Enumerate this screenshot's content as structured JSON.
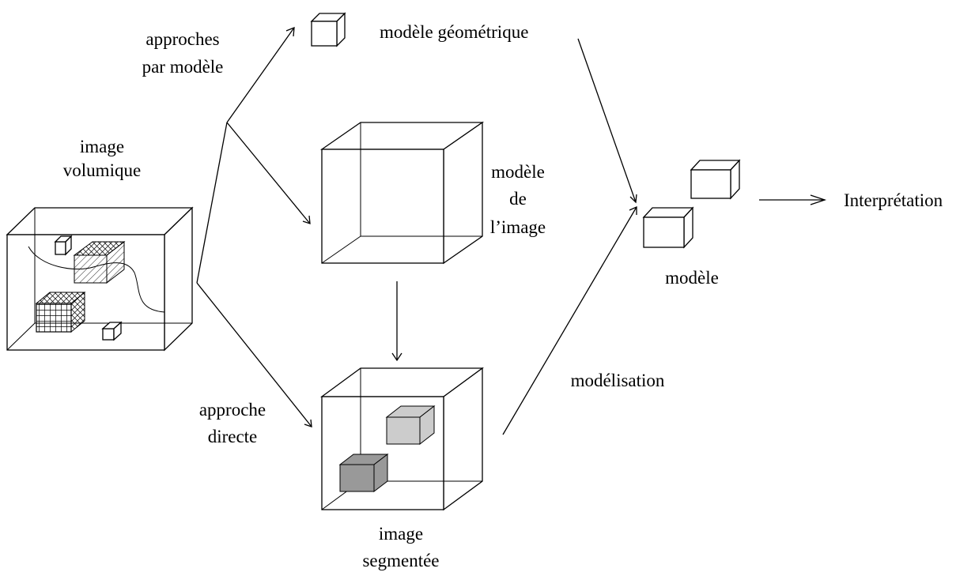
{
  "labels": {
    "approches_line1": "approches",
    "approches_line2": "par modèle",
    "image_vol_line1": "image",
    "image_vol_line2": "volumique",
    "modele_geometrique": "modèle géométrique",
    "modele_image_line1": "modèle",
    "modele_image_line2": "de",
    "modele_image_line3": "l’image",
    "approche_directe_line1": "approche",
    "approche_directe_line2": "directe",
    "image_segmentee_line1": "image",
    "image_segmentee_line2": "segmentée",
    "modelisation": "modélisation",
    "modele": "modèle",
    "interpretation": "Interprétation"
  },
  "colors": {
    "stroke": "#000000",
    "background": "#ffffff",
    "segment_light": "#cccccc",
    "segment_dark": "#999999"
  }
}
